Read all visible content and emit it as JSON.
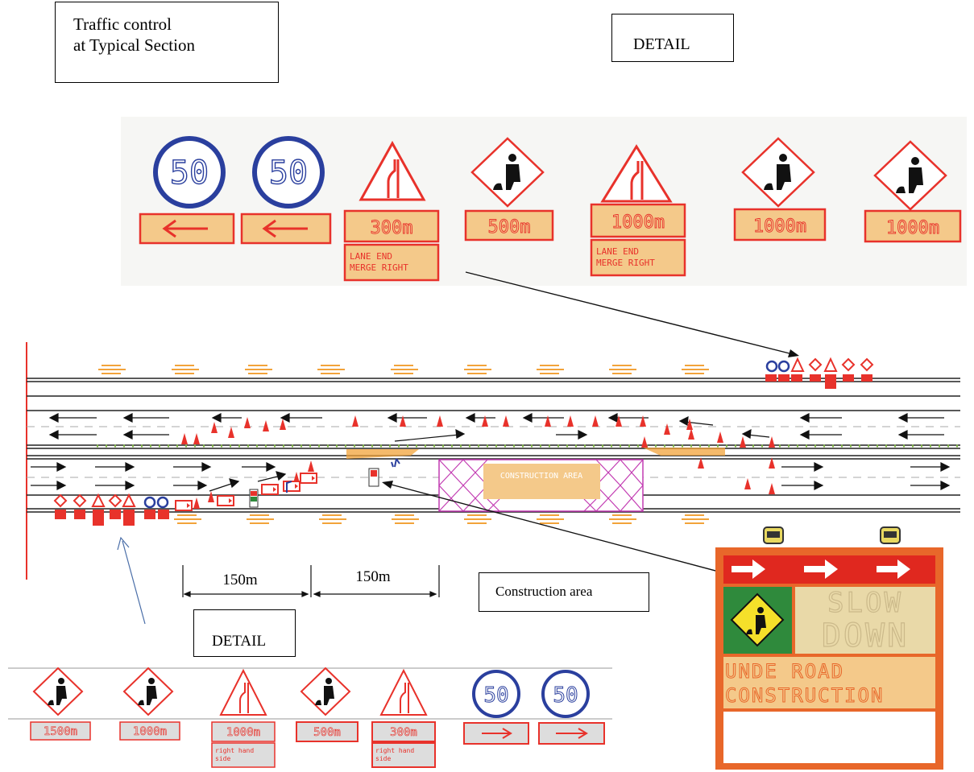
{
  "title_box": {
    "line1": "Traffic control",
    "line2": "at Typical Section"
  },
  "detail_top_label": "DETAIL",
  "detail_bottom_label": "DETAIL",
  "construction_area_label": "Construction area",
  "road": {
    "construction_area_text": "CONSTRUCTION AREA"
  },
  "scale": {
    "left": "150m",
    "right": "150m"
  },
  "top_signs": [
    {
      "speed": "50",
      "plate": "←"
    },
    {
      "speed": "50",
      "plate": "←"
    },
    {
      "plate": "300m",
      "sub1": "LANE END",
      "sub2": "MERGE RIGHT"
    },
    {
      "plate": "500m"
    },
    {
      "plate": "1000m",
      "sub1": "LANE END",
      "sub2": "MERGE RIGHT"
    },
    {
      "plate": "1000m"
    },
    {
      "plate": "1000m"
    }
  ],
  "bottom_signs": [
    {
      "plate": "1500m"
    },
    {
      "plate": "1000m"
    },
    {
      "plate": "1000m",
      "sub1": "right hand",
      "sub2": "side"
    },
    {
      "plate": "500m"
    },
    {
      "plate": "300m",
      "sub1": "right hand",
      "sub2": "side"
    },
    {
      "speed": "50",
      "plate": "→"
    },
    {
      "speed": "50",
      "plate": "→"
    }
  ],
  "vms": {
    "line1": "SLOW",
    "line2": "DOWN",
    "line3": "UNDE ROAD",
    "line4": "CONSTRUCTION"
  },
  "colors": {
    "red": "#e8322b",
    "sign_fill": "#f4c98a",
    "blue": "#2a3f9e",
    "orange": "#f2a33a",
    "magenta": "#c23bb2",
    "vms_frame": "#e8672a",
    "vms_green": "#2f8a3c",
    "vms_panel": "#e9d9a8",
    "vms_red": "#e0281f"
  }
}
